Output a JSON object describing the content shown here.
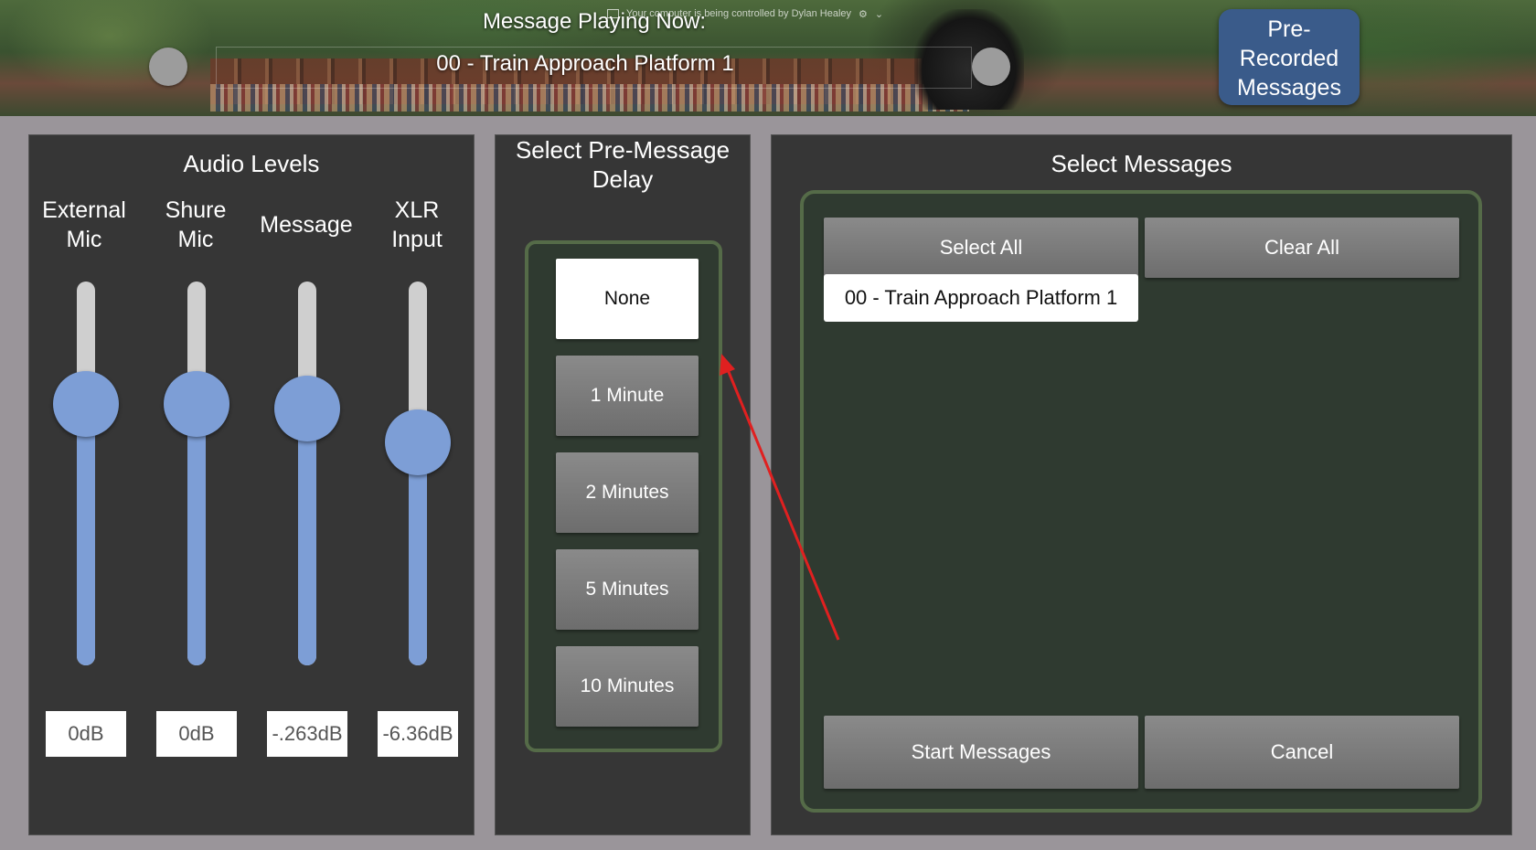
{
  "header": {
    "now_playing_label": "Message Playing Now:",
    "now_playing_value": "00 - Train Approach Platform 1",
    "remote_banner": "Your computer is being controlled by Dylan Healey",
    "prerecorded_button": "Pre-\nRecorded\nMessages"
  },
  "audio_levels": {
    "title": "Audio Levels",
    "channels": [
      {
        "label": "External\nMic",
        "value": "0dB",
        "level": 0.68
      },
      {
        "label": "Shure\nMic",
        "value": "0dB",
        "level": 0.68
      },
      {
        "label": "Message",
        "value": "-.263dB",
        "level": 0.67
      },
      {
        "label": "XLR\nInput",
        "value": "-6.36dB",
        "level": 0.58
      }
    ]
  },
  "delay": {
    "title": "Select Pre-Message\nDelay",
    "options": [
      "None",
      "1 Minute",
      "2 Minutes",
      "5 Minutes",
      "10 Minutes"
    ],
    "selected": "None"
  },
  "messages": {
    "title": "Select Messages",
    "select_all": "Select All",
    "clear_all": "Clear All",
    "items": [
      "00 - Train Approach Platform 1"
    ],
    "start": "Start Messages",
    "cancel": "Cancel"
  },
  "colors": {
    "slider_accent": "#7d9ed6",
    "frame_border": "#556b48",
    "prerecorded_button": "#3a5b8a",
    "annotation_arrow": "#e02020"
  }
}
